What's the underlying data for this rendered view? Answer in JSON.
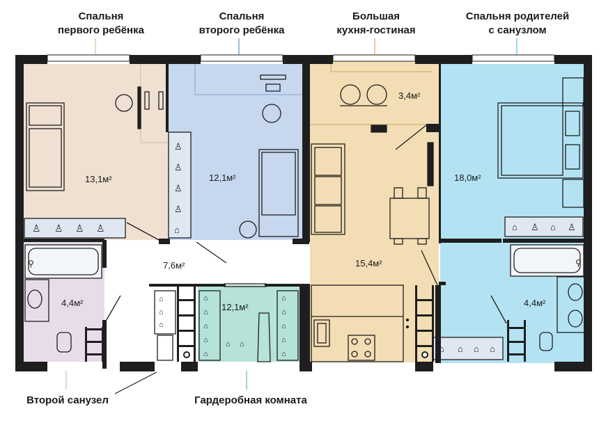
{
  "labels": {
    "child1": [
      "Спальня",
      "первого ребёнка"
    ],
    "child2": [
      "Спальня",
      "второго ребёнка"
    ],
    "kitchen": [
      "Большая",
      "кухня-гостиная"
    ],
    "parents": [
      "Спальня родителей",
      "с санузлом"
    ],
    "bath2": "Второй санузел",
    "wardrobe": "Гардеробная комната"
  },
  "areas": {
    "child1": "13,1м²",
    "child2": "12,1м²",
    "kitchen_nook": "3,4м²",
    "parents": "18,0м²",
    "hall": "7,6м²",
    "kitchen": "15,4м²",
    "bath2": "4,4м²",
    "wardrobe": "12,1м²",
    "bath1": "4,4м²"
  },
  "colors": {
    "child1": "#efe0d2",
    "child2": "#c6d7ee",
    "kitchen": "#f3ddb4",
    "parents": "#b3e3f3",
    "bath2": "#e8dcea",
    "wardrobe": "#b5e2d9",
    "wall": "#1e1e1e"
  }
}
